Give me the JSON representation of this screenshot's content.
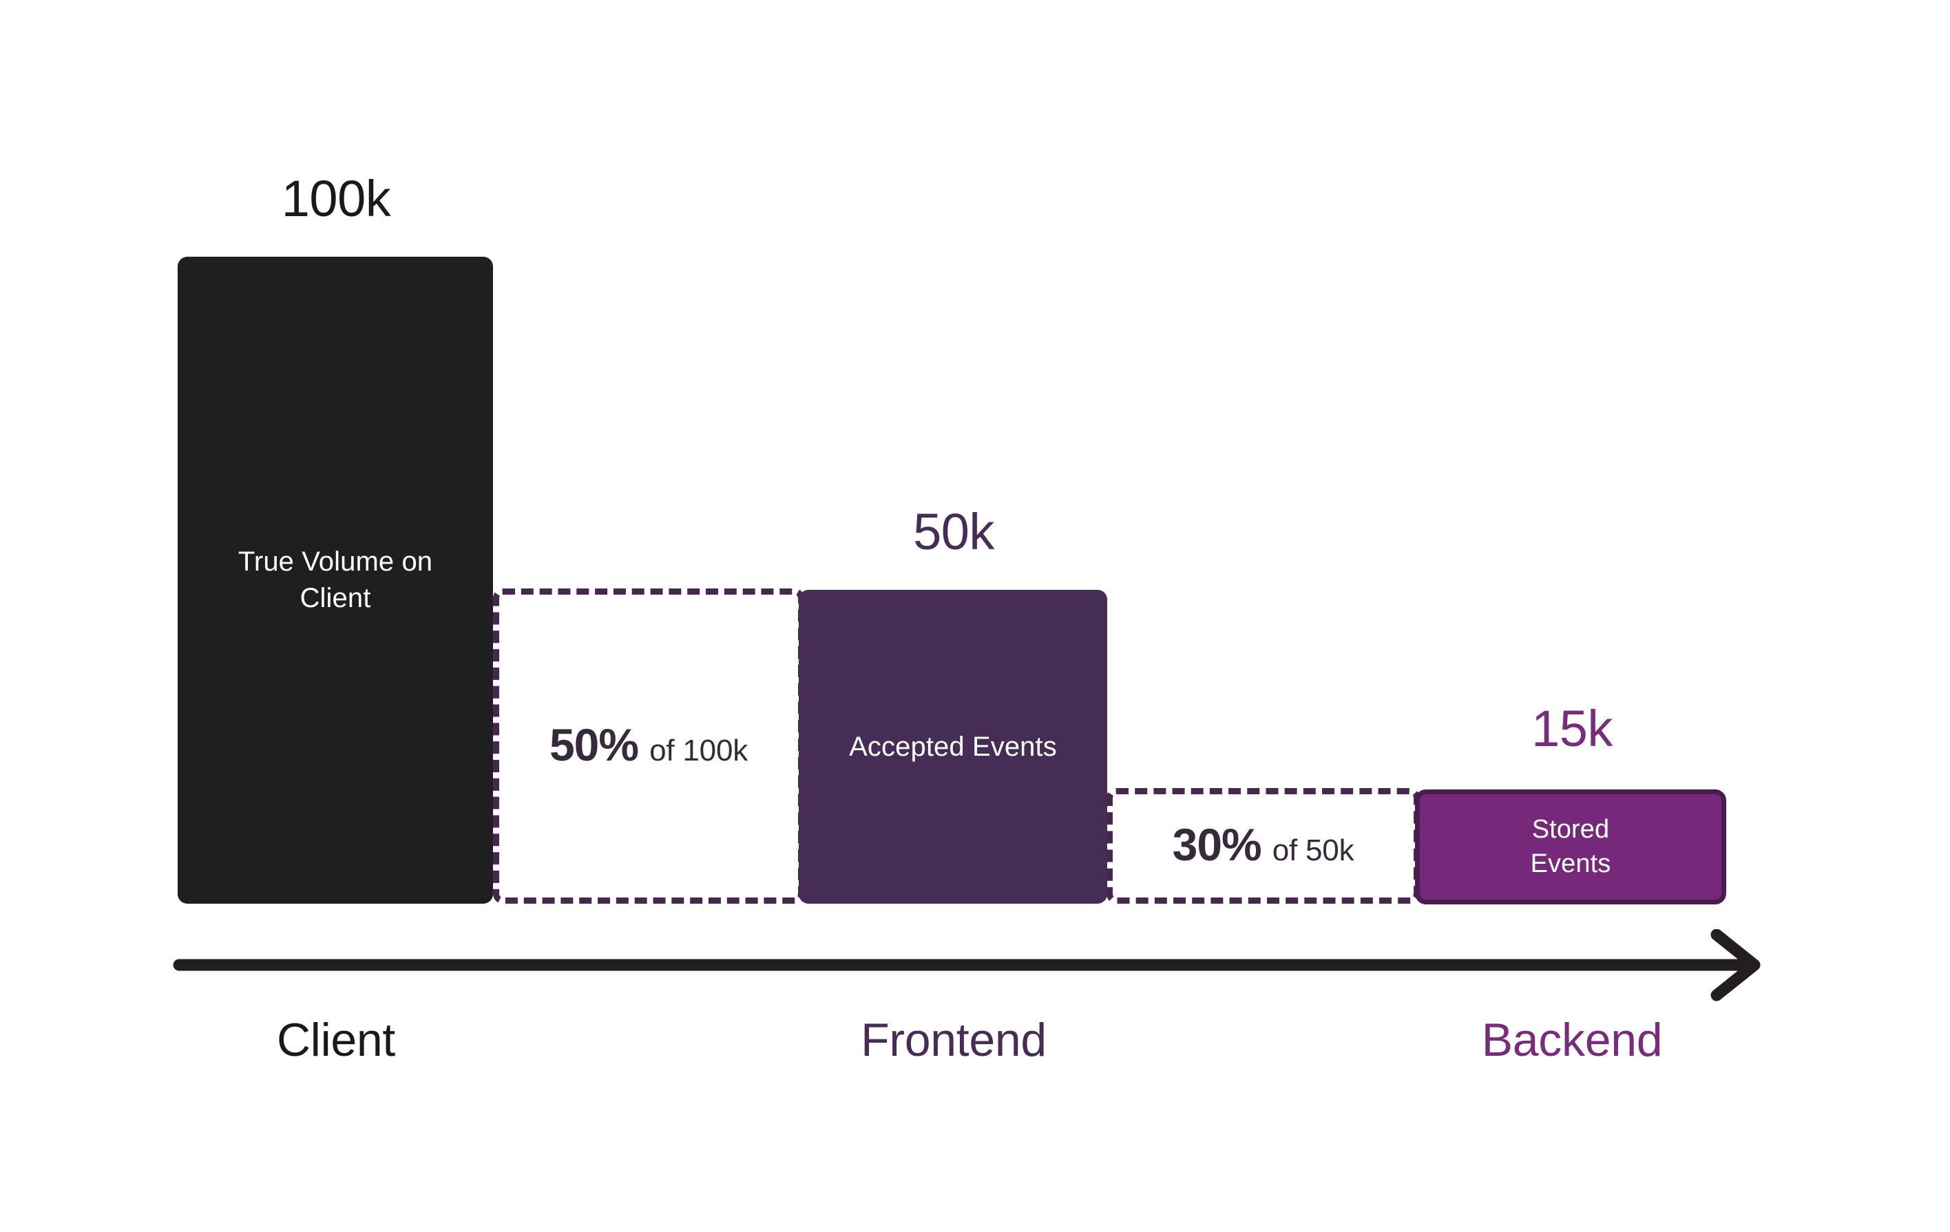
{
  "chart_data": {
    "type": "bar",
    "title": "",
    "subtitle": "",
    "xlabel": "",
    "ylabel": "",
    "grid": false,
    "legend": "none",
    "orientation": "vertical",
    "description": "Funnel-style waterfall bar chart showing event volume dropping across Client, Frontend and Backend stages, with dashed boxes showing the percentage retained at each step.",
    "categories": [
      "Client",
      "Frontend",
      "Backend"
    ],
    "values": [
      100000,
      50000,
      15000
    ],
    "value_labels": [
      "100k",
      "50k",
      "15k"
    ],
    "bar_labels": [
      "True Volume on Client",
      "Accepted Events",
      "Stored Events"
    ],
    "ylim": [
      0,
      100000
    ],
    "reductions": [
      {
        "percent": "50%",
        "of_label": "of 100k",
        "from": 100000,
        "to": 50000,
        "ratio": 0.5
      },
      {
        "percent": "30%",
        "of_label": "of 50k",
        "from": 50000,
        "to": 15000,
        "ratio": 0.3
      }
    ],
    "axis_arrow": "right-arrow"
  },
  "bars": [
    {
      "id": "client",
      "value_label": "100k",
      "label_line1": "True Volume on",
      "label_line2": "Client",
      "label_full": "True Volume on Client",
      "fill": "#1f1f22",
      "label_color": "#1a1a1d",
      "text_color": "#ffffff"
    },
    {
      "id": "frontend",
      "value_label": "50k",
      "label_full": "Accepted Events",
      "fill": "#462d55",
      "label_color": "#452d56",
      "text_color": "#ffffff"
    },
    {
      "id": "backend",
      "value_label": "15k",
      "label_line1": "Stored",
      "label_line2": "Events",
      "label_full": "Stored Events",
      "fill": "#76297b",
      "border": "#4a1d4e",
      "label_color": "#782c7c",
      "text_color": "#ffffff"
    }
  ],
  "dashed_boxes": [
    {
      "id": "drop-client-to-frontend",
      "percent": "50%",
      "of_label": "of 100k",
      "border_color": "#46284f",
      "text_color": "#362a3c"
    },
    {
      "id": "drop-frontend-to-backend",
      "percent": "30%",
      "of_label": "of 50k",
      "border_color": "#46284f",
      "text_color": "#362a3c"
    }
  ],
  "stage_labels": [
    {
      "id": "client",
      "text": "Client",
      "color": "#1a1a1d"
    },
    {
      "id": "frontend",
      "text": "Frontend",
      "color": "#452d56"
    },
    {
      "id": "backend",
      "text": "Backend",
      "color": "#782c7c"
    }
  ],
  "axis": {
    "color": "#231f20",
    "arrow_name": "right-arrow-icon"
  }
}
